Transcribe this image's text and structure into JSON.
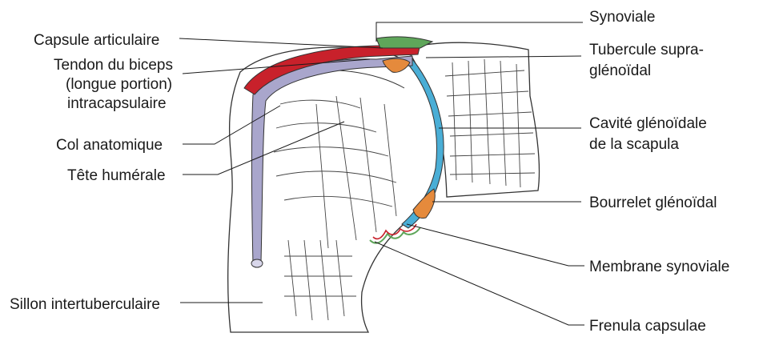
{
  "figure": {
    "labels": {
      "capsule": "Capsule articulaire",
      "tendon_1": "Tendon du biceps",
      "tendon_2": "(longue portion)",
      "tendon_3": "intracapsulaire",
      "col": "Col anatomique",
      "tete": "Tête humérale",
      "sillon": "Sillon intertuberculaire",
      "synoviale": "Synoviale",
      "tubercule_1": "Tubercule supra-",
      "tubercule_2": "glénoïdal",
      "cavite_1": "Cavité glénoïdale",
      "cavite_2": "de la scapula",
      "bourrelet": "Bourrelet glénoïdal",
      "membrane": "Membrane synoviale",
      "frenula": "Frenula capsulae"
    },
    "colors": {
      "capsule": "#c8212b",
      "synovial": "#5fa65a",
      "cartilage": "#4aaed6",
      "tendon": "#a9a6cc",
      "labrum": "#e58a3c",
      "outline": "#333333"
    }
  }
}
